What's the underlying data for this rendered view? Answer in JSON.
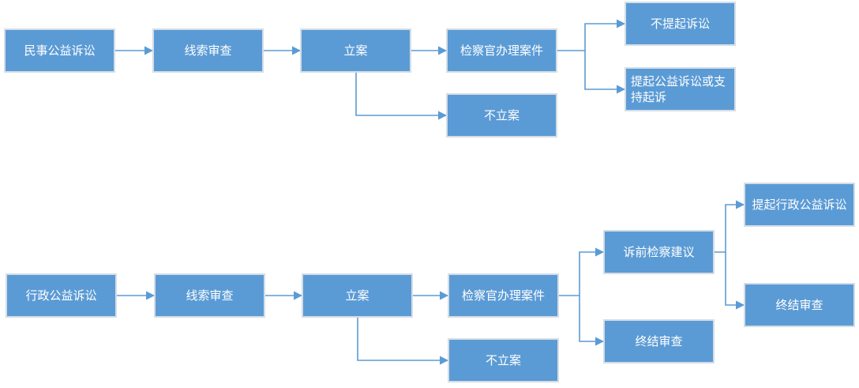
{
  "colors": {
    "box_fill": "#5b9bd5",
    "connector": "#5b9bd5",
    "text": "#ffffff",
    "background": "#ffffff"
  },
  "civil": {
    "start": "民事公益诉讼",
    "review": "线索审查",
    "file": "立案",
    "handle": "检察官办理案件",
    "no_suit": "不提起诉讼",
    "suit": "提起公益诉讼或支持起诉",
    "not_filed": "不立案"
  },
  "admin": {
    "start": "行政公益诉讼",
    "review": "线索审查",
    "file": "立案",
    "handle": "检察官办理案件",
    "suggestion": "诉前检察建议",
    "end_review": "终结审查",
    "suit": "提起行政公益诉讼",
    "end_review_2": "终结审查",
    "not_filed": "不立案"
  }
}
